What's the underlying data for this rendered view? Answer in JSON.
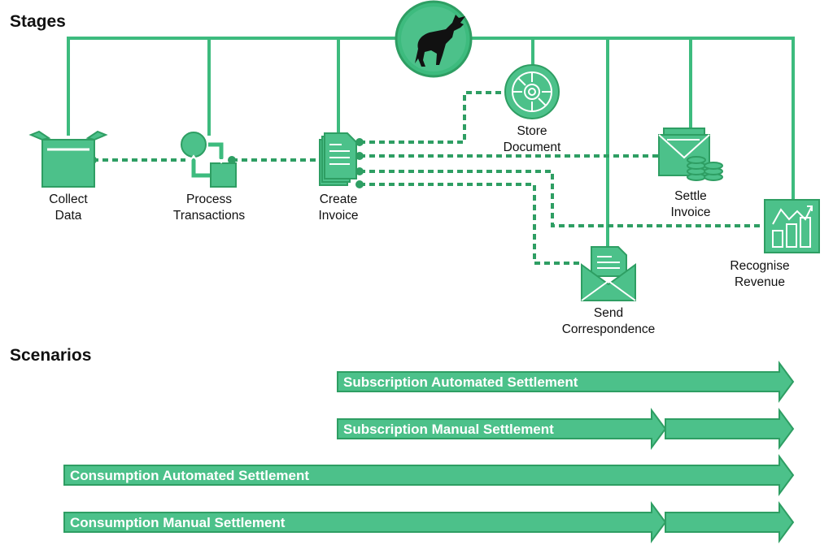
{
  "headings": {
    "stages": "Stages",
    "scenarios": "Scenarios"
  },
  "colors": {
    "accent": "#3dbb7e",
    "accent_dark": "#2e9e63",
    "fill": "#4cc18a",
    "dark": "#111111"
  },
  "icons": {
    "logo": "bull-icon",
    "collect": "open-box-icon",
    "process": "process-cycle-icon",
    "invoice": "document-stack-icon",
    "store": "vault-dial-icon",
    "settle": "envelope-coins-icon",
    "send": "open-envelope-letter-icon",
    "revenue": "rising-chart-icon"
  },
  "stages": {
    "collect": {
      "line1": "Collect",
      "line2": "Data"
    },
    "process": {
      "line1": "Process",
      "line2": "Transactions"
    },
    "invoice": {
      "line1": "Create",
      "line2": "Invoice"
    },
    "store": {
      "line1": "Store",
      "line2": "Document"
    },
    "settle": {
      "line1": "Settle",
      "line2": "Invoice"
    },
    "send": {
      "line1": "Send",
      "line2": "Correspondence"
    },
    "revenue": {
      "line1": "Recognise",
      "line2": "Revenue"
    }
  },
  "scenarios": [
    {
      "label": "Subscription Automated Settlement"
    },
    {
      "label": "Subscription Manual Settlement"
    },
    {
      "label": "Consumption Automated Settlement"
    },
    {
      "label": "Consumption Manual Settlement"
    }
  ]
}
